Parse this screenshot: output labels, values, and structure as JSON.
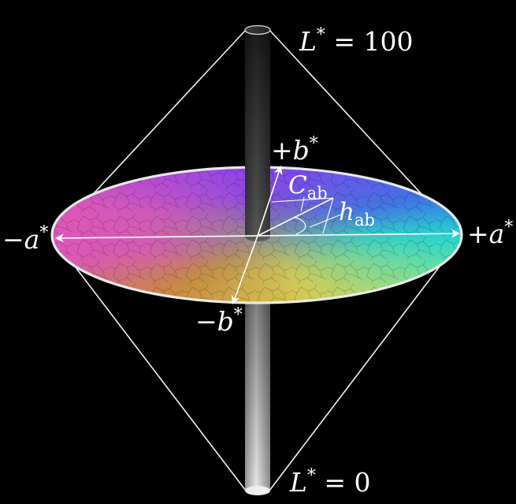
{
  "labels": {
    "l_top": {
      "var": "L",
      "sup": "*",
      "rel": " = 100"
    },
    "l_bottom": {
      "var": "L",
      "sup": "*",
      "rel": " = 0"
    },
    "plus_a": {
      "sign": "+",
      "var": "a",
      "sup": "*"
    },
    "minus_a": {
      "sign": "−",
      "var": "a",
      "sup": "*"
    },
    "plus_b": {
      "sign": "+",
      "var": "b",
      "sup": "*"
    },
    "minus_b": {
      "sign": "−",
      "var": "b",
      "sup": "*"
    },
    "chroma": {
      "var": "C",
      "sub": "ab"
    },
    "hue": {
      "var": "h",
      "sub": "ab"
    }
  },
  "colors": {
    "background": "#000000",
    "lines": "#f2f2f2",
    "axis_arrows": "#ffffff",
    "disc_edge": "#e9e9e9",
    "wheel_magenta": "#dd56b8",
    "wheel_violet": "#8a3ff0",
    "wheel_blue": "#3b72e8",
    "wheel_cyan": "#22d8d2",
    "wheel_green": "#72e09a",
    "wheel_yellow": "#d6cf55",
    "wheel_orange": "#c9893c",
    "cylinder_dark": "#1c1c1c",
    "cylinder_light": "#e6e6e6"
  }
}
